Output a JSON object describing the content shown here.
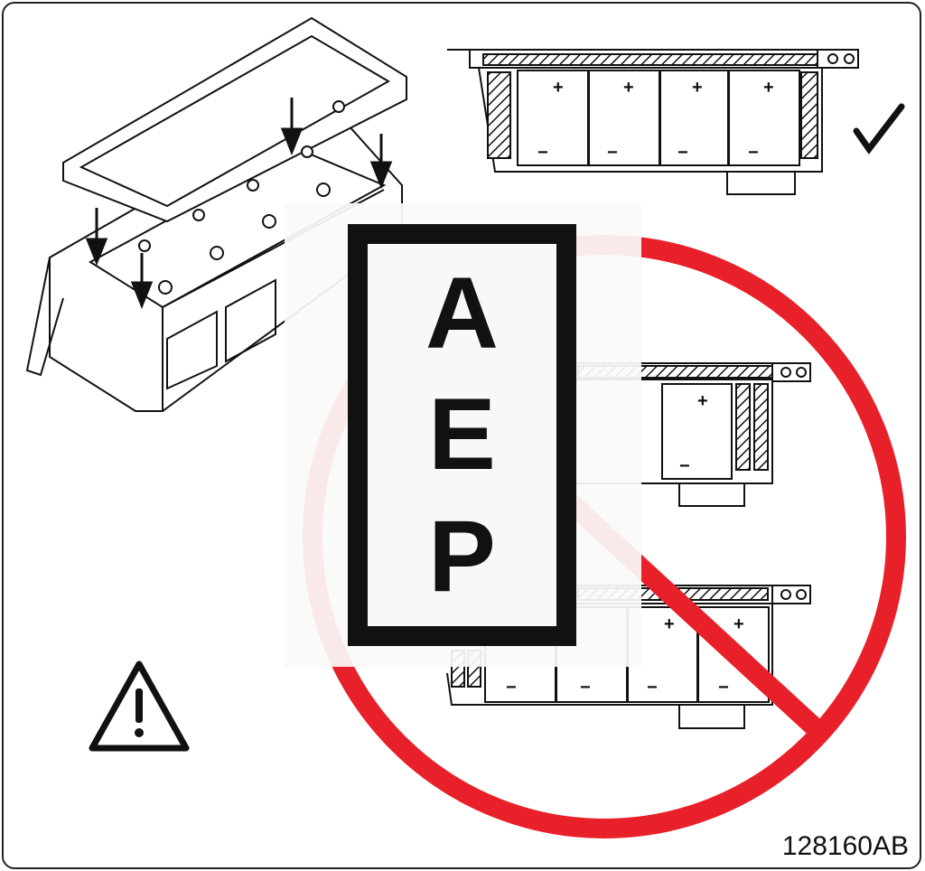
{
  "sign": {
    "letters": [
      "A",
      "E",
      "P"
    ]
  },
  "terminals": {
    "plus": "+",
    "minus": "−"
  },
  "figure_code": "128160AB",
  "colors": {
    "prohibition_red": "#e8202a",
    "line": "#111111"
  }
}
